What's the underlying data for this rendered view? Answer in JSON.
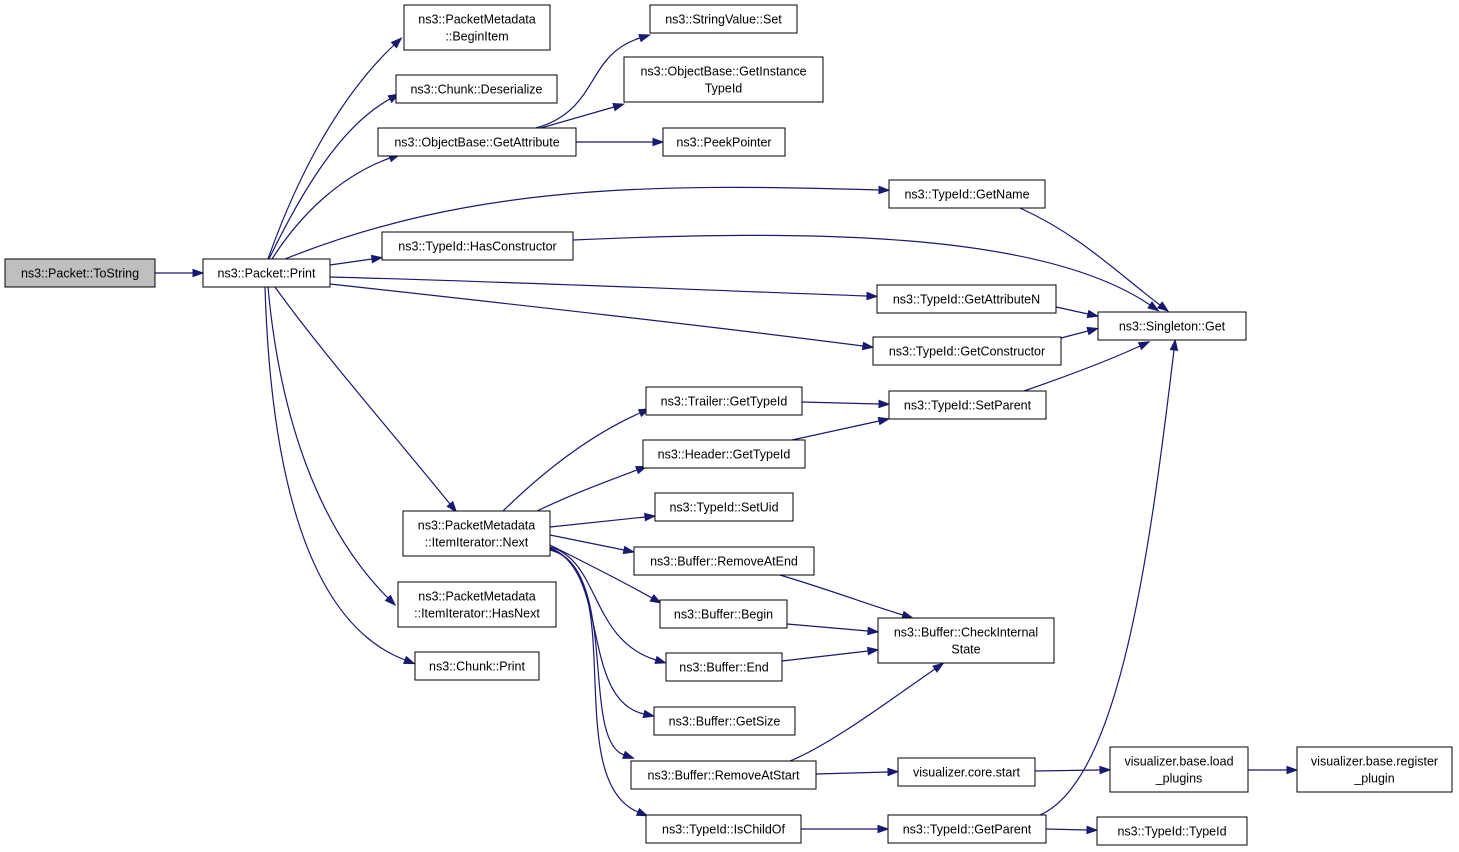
{
  "graph": {
    "nodes": [
      {
        "id": "packet_tostring",
        "lines": [
          "ns3::Packet::ToString"
        ],
        "root": true
      },
      {
        "id": "packet_print",
        "lines": [
          "ns3::Packet::Print"
        ]
      },
      {
        "id": "pm_beginitem",
        "lines": [
          "ns3::PacketMetadata",
          "::BeginItem"
        ]
      },
      {
        "id": "chunk_deserialize",
        "lines": [
          "ns3::Chunk::Deserialize"
        ]
      },
      {
        "id": "objectbase_getattribute",
        "lines": [
          "ns3::ObjectBase::GetAttribute"
        ]
      },
      {
        "id": "stringvalue_set",
        "lines": [
          "ns3::StringValue::Set"
        ]
      },
      {
        "id": "objectbase_getinstancetypeid",
        "lines": [
          "ns3::ObjectBase::GetInstance",
          "TypeId"
        ]
      },
      {
        "id": "peekpointer",
        "lines": [
          "ns3::PeekPointer"
        ]
      },
      {
        "id": "typeid_getname",
        "lines": [
          "ns3::TypeId::GetName"
        ]
      },
      {
        "id": "typeid_hasconstructor",
        "lines": [
          "ns3::TypeId::HasConstructor"
        ]
      },
      {
        "id": "typeid_getattributen",
        "lines": [
          "ns3::TypeId::GetAttributeN"
        ]
      },
      {
        "id": "singleton_get",
        "lines": [
          "ns3::Singleton::Get"
        ]
      },
      {
        "id": "typeid_getconstructor",
        "lines": [
          "ns3::TypeId::GetConstructor"
        ]
      },
      {
        "id": "trailer_gettypeid",
        "lines": [
          "ns3::Trailer::GetTypeId"
        ]
      },
      {
        "id": "typeid_setparent",
        "lines": [
          "ns3::TypeId::SetParent"
        ]
      },
      {
        "id": "header_gettypeid",
        "lines": [
          "ns3::Header::GetTypeId"
        ]
      },
      {
        "id": "pm_itemiterator_next",
        "lines": [
          "ns3::PacketMetadata",
          "::ItemIterator::Next"
        ]
      },
      {
        "id": "typeid_setuid",
        "lines": [
          "ns3::TypeId::SetUid"
        ]
      },
      {
        "id": "buffer_removeatend",
        "lines": [
          "ns3::Buffer::RemoveAtEnd"
        ]
      },
      {
        "id": "pm_itemiterator_hasnext",
        "lines": [
          "ns3::PacketMetadata",
          "::ItemIterator::HasNext"
        ]
      },
      {
        "id": "buffer_begin",
        "lines": [
          "ns3::Buffer::Begin"
        ]
      },
      {
        "id": "buffer_checkinternalstate",
        "lines": [
          "ns3::Buffer::CheckInternal",
          "State"
        ]
      },
      {
        "id": "chunk_print",
        "lines": [
          "ns3::Chunk::Print"
        ]
      },
      {
        "id": "buffer_end",
        "lines": [
          "ns3::Buffer::End"
        ]
      },
      {
        "id": "buffer_getsize",
        "lines": [
          "ns3::Buffer::GetSize"
        ]
      },
      {
        "id": "buffer_removeatstart",
        "lines": [
          "ns3::Buffer::RemoveAtStart"
        ]
      },
      {
        "id": "visualizer_core_start",
        "lines": [
          "visualizer.core.start"
        ]
      },
      {
        "id": "visualizer_base_load_plugins",
        "lines": [
          "visualizer.base.load",
          "_plugins"
        ]
      },
      {
        "id": "visualizer_base_register_plugin",
        "lines": [
          "visualizer.base.register",
          "_plugin"
        ]
      },
      {
        "id": "typeid_ischildof",
        "lines": [
          "ns3::TypeId::IsChildOf"
        ]
      },
      {
        "id": "typeid_getparent",
        "lines": [
          "ns3::TypeId::GetParent"
        ]
      },
      {
        "id": "typeid_typeid",
        "lines": [
          "ns3::TypeId::TypeId"
        ]
      }
    ],
    "edges": [
      {
        "from": "packet_tostring",
        "to": "packet_print"
      },
      {
        "from": "packet_print",
        "to": "pm_beginitem"
      },
      {
        "from": "packet_print",
        "to": "chunk_deserialize"
      },
      {
        "from": "packet_print",
        "to": "objectbase_getattribute"
      },
      {
        "from": "packet_print",
        "to": "typeid_getname"
      },
      {
        "from": "packet_print",
        "to": "typeid_hasconstructor"
      },
      {
        "from": "packet_print",
        "to": "typeid_getattributen"
      },
      {
        "from": "packet_print",
        "to": "typeid_getconstructor"
      },
      {
        "from": "packet_print",
        "to": "pm_itemiterator_next"
      },
      {
        "from": "packet_print",
        "to": "pm_itemiterator_hasnext"
      },
      {
        "from": "packet_print",
        "to": "chunk_print"
      },
      {
        "from": "objectbase_getattribute",
        "to": "stringvalue_set"
      },
      {
        "from": "objectbase_getattribute",
        "to": "objectbase_getinstancetypeid"
      },
      {
        "from": "objectbase_getattribute",
        "to": "peekpointer"
      },
      {
        "from": "typeid_getname",
        "to": "singleton_get"
      },
      {
        "from": "typeid_hasconstructor",
        "to": "singleton_get"
      },
      {
        "from": "typeid_getattributen",
        "to": "singleton_get"
      },
      {
        "from": "typeid_getconstructor",
        "to": "singleton_get"
      },
      {
        "from": "typeid_setparent",
        "to": "singleton_get"
      },
      {
        "from": "typeid_getparent",
        "to": "singleton_get"
      },
      {
        "from": "pm_itemiterator_next",
        "to": "trailer_gettypeid"
      },
      {
        "from": "pm_itemiterator_next",
        "to": "header_gettypeid"
      },
      {
        "from": "pm_itemiterator_next",
        "to": "typeid_setuid"
      },
      {
        "from": "pm_itemiterator_next",
        "to": "buffer_removeatend"
      },
      {
        "from": "pm_itemiterator_next",
        "to": "buffer_begin"
      },
      {
        "from": "pm_itemiterator_next",
        "to": "buffer_end"
      },
      {
        "from": "pm_itemiterator_next",
        "to": "buffer_getsize"
      },
      {
        "from": "pm_itemiterator_next",
        "to": "buffer_removeatstart"
      },
      {
        "from": "pm_itemiterator_next",
        "to": "typeid_ischildof"
      },
      {
        "from": "trailer_gettypeid",
        "to": "typeid_setparent"
      },
      {
        "from": "header_gettypeid",
        "to": "typeid_setparent"
      },
      {
        "from": "buffer_removeatend",
        "to": "buffer_checkinternalstate"
      },
      {
        "from": "buffer_begin",
        "to": "buffer_checkinternalstate"
      },
      {
        "from": "buffer_end",
        "to": "buffer_checkinternalstate"
      },
      {
        "from": "buffer_removeatstart",
        "to": "buffer_checkinternalstate"
      },
      {
        "from": "buffer_removeatstart",
        "to": "visualizer_core_start"
      },
      {
        "from": "visualizer_core_start",
        "to": "visualizer_base_load_plugins"
      },
      {
        "from": "visualizer_base_load_plugins",
        "to": "visualizer_base_register_plugin"
      },
      {
        "from": "typeid_ischildof",
        "to": "typeid_getparent"
      },
      {
        "from": "typeid_getparent",
        "to": "typeid_typeid"
      }
    ]
  },
  "colors": {
    "edge": "#191970",
    "root_fill": "#bfbfbf",
    "node_fill": "#ffffff",
    "node_stroke": "#000000"
  }
}
